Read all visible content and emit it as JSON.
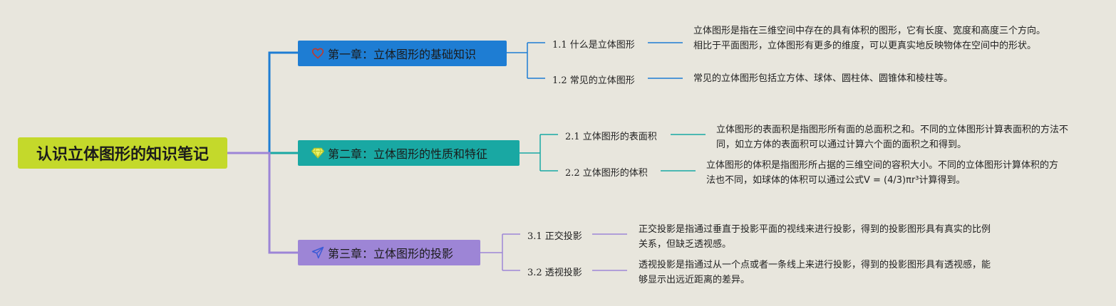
{
  "root": {
    "title": "认识立体图形的知识笔记"
  },
  "colors": {
    "root": "#c4d92b",
    "chapter1": "#1e7dd3",
    "chapter2": "#19a8a3",
    "chapter3": "#9d85d6",
    "background": "#e8e6dd"
  },
  "chapters": [
    {
      "icon": "heart-icon",
      "title": "第一章：立体图形的基础知识",
      "sections": [
        {
          "label": "1.1 什么是立体图形",
          "text": "立体图形是指在三维空间中存在的具有体积的图形，它有长度、宽度和高度三个方向。相比于平面图形，立体图形有更多的维度，可以更真实地反映物体在空间中的形状。"
        },
        {
          "label": "1.2 常见的立体图形",
          "text": "常见的立体图形包括立方体、球体、圆柱体、圆锥体和棱柱等。"
        }
      ]
    },
    {
      "icon": "diamond-icon",
      "title": "第二章：立体图形的性质和特征",
      "sections": [
        {
          "label": "2.1 立体图形的表面积",
          "text": "立体图形的表面积是指图形所有面的总面积之和。不同的立体图形计算表面积的方法不同，如立方体的表面积可以通过计算六个面的面积之和得到。"
        },
        {
          "label": "2.2 立体图形的体积",
          "text": "立体图形的体积是指图形所占据的三维空间的容积大小。不同的立体图形计算体积的方法也不同，如球体的体积可以通过公式V = (4/3)πr³计算得到。"
        }
      ]
    },
    {
      "icon": "paper-plane-icon",
      "title": "第三章：立体图形的投影",
      "sections": [
        {
          "label": "3.1 正交投影",
          "text": "正交投影是指通过垂直于投影平面的视线来进行投影，得到的投影图形具有真实的比例关系，但缺乏透视感。"
        },
        {
          "label": "3.2 透视投影",
          "text": "透视投影是指通过从一个点或者一条线上来进行投影，得到的投影图形具有透视感，能够显示出远近距离的差异。"
        }
      ]
    }
  ]
}
